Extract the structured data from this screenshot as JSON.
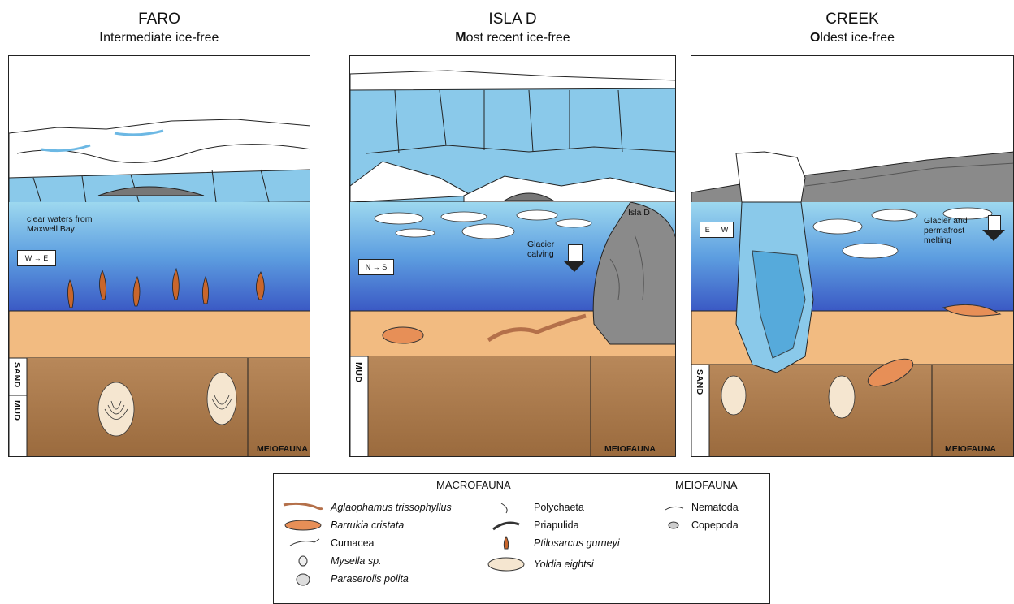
{
  "panels": [
    {
      "site": "FARO",
      "subtitle_bold": "I",
      "subtitle_rest": "ntermediate ice-free",
      "water_text": "clear waters from Maxwell Bay",
      "current": "W → E",
      "sed1": "SAND",
      "sed2": "MUD",
      "meio": "MEIOFAUNA"
    },
    {
      "site": "ISLA D",
      "subtitle_bold": "M",
      "subtitle_rest": "ost recent ice-free",
      "water_text": "Glacier calving",
      "island": "Isla D",
      "current": "N → S",
      "sed1": "MUD",
      "meio": "MEIOFAUNA"
    },
    {
      "site": "CREEK",
      "subtitle_bold": "O",
      "subtitle_rest": "ldest ice-free",
      "water_text": "Glacier and permafrost melting",
      "current": "E → W",
      "sed1": "SAND",
      "meio": "MEIOFAUNA"
    }
  ],
  "legend": {
    "macro_title": "MACROFAUNA",
    "meio_title": "MEIOFAUNA",
    "macro_col1": [
      {
        "label": "Aglaophamus trissophyllus",
        "italic": true,
        "icon": "long-worm-icon"
      },
      {
        "label": "Barrukia cristata",
        "italic": true,
        "icon": "scale-worm-icon"
      },
      {
        "label": "Cumacea",
        "italic": false,
        "icon": "cumacean-icon"
      },
      {
        "label": "Mysella sp.",
        "italic": true,
        "icon": "small-clam-icon"
      },
      {
        "label": "Paraserolis polita",
        "italic": true,
        "icon": "isopod-icon"
      }
    ],
    "macro_col2": [
      {
        "label": "Polychaeta",
        "italic": false,
        "icon": "polychaete-icon"
      },
      {
        "label": "Priapulida",
        "italic": false,
        "icon": "priapulid-icon"
      },
      {
        "label": "Ptilosarcus gurneyi",
        "italic": true,
        "icon": "sea-pen-icon"
      },
      {
        "label": "Yoldia eightsi",
        "italic": true,
        "icon": "clam-icon"
      }
    ],
    "meio_items": [
      {
        "label": "Nematoda",
        "icon": "nematode-icon"
      },
      {
        "label": "Copepoda",
        "icon": "copepod-icon"
      }
    ]
  },
  "colors": {
    "water_top": "#8fd0ea",
    "water_bottom": "#3d61c9",
    "sand": "#f2bb81",
    "mud": "#a97a4d",
    "ice": "#8ac9ea",
    "rock": "#8a8a8a"
  }
}
